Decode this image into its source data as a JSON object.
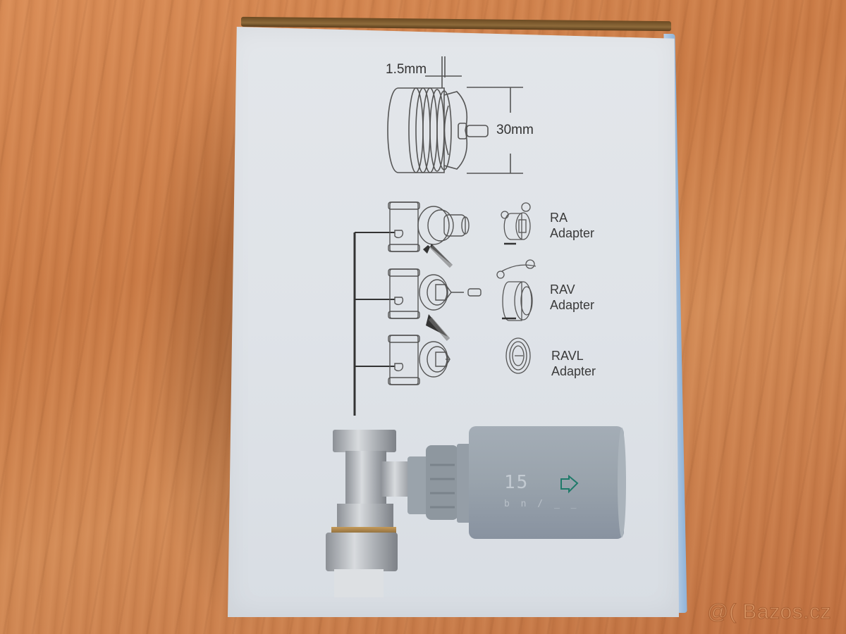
{
  "scene": {
    "description": "Photo of a smart thermostatic radiator valve product box on a wooden table",
    "colors": {
      "table_wood": "#c97a45",
      "box_face": "#e0e4e9",
      "box_flap": "#7a5a30",
      "box_side_edge": "#9ebfe0",
      "line_art": "#4a4a4a",
      "thermostat_body": "#9aa6b0",
      "display_icon_green": "#1f7a6a"
    }
  },
  "dimension_diagram": {
    "thread_pitch_label": "1.5mm",
    "diameter_label": "30mm"
  },
  "adapters": [
    {
      "name": "RA",
      "label_line1": "RA",
      "label_line2": "Adapter"
    },
    {
      "name": "RAV",
      "label_line1": "RAV",
      "label_line2": "Adapter"
    },
    {
      "name": "RAVL",
      "label_line1": "RAVL",
      "label_line2": "Adapter"
    }
  ],
  "thermostat_display": {
    "digits": "15",
    "icon": "home-icon",
    "secondary_row": "b n / _ _"
  },
  "watermark": {
    "text": "@( Bazos.cz"
  }
}
